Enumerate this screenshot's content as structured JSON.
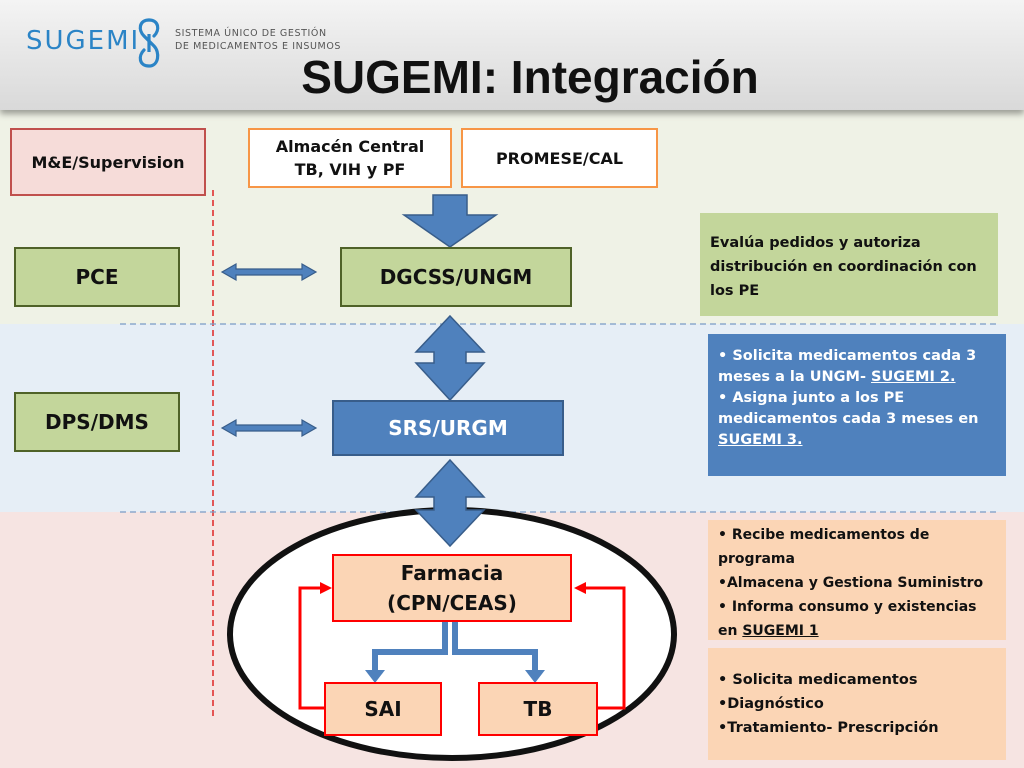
{
  "header": {
    "logo_text": "SUGEMI",
    "logo_sub_line1": "SISTEMA ÚNICO DE GESTIÓN",
    "logo_sub_line2": "DE MEDICAMENTOS E INSUMOS",
    "title": "SUGEMI: Integración"
  },
  "nodes": {
    "me": "M&E/Supervision",
    "almacen_line1": "Almacén Central",
    "almacen_line2": "TB, VIH y PF",
    "promese": "PROMESE/CAL",
    "pce": "PCE",
    "dgcss": "DGCSS/UNGM",
    "dps": "DPS/DMS",
    "srs": "SRS/URGM",
    "farmacia_line1": "Farmacia",
    "farmacia_line2": "(CPN/CEAS)",
    "sai": "SAI",
    "tb": "TB"
  },
  "notes": {
    "green": "Evalúa pedidos y  autoriza distribución en coordinación con los PE",
    "blue_1_text": "• Solicita medicamentos cada 3 meses a la UNGM- ",
    "blue_1_link": "SUGEMI 2.",
    "blue_2_text": "• Asigna junto a los PE medicamentos cada 3 meses  en ",
    "blue_2_link": "SUGEMI 3.",
    "peach1_1": "• Recibe medicamentos de programa",
    "peach1_2": "•Almacena y Gestiona Suministro",
    "peach1_3_text": "• Informa consumo y existencias en ",
    "peach1_3_link": "SUGEMI 1",
    "peach2_1": "• Solicita medicamentos",
    "peach2_2": "•Diagnóstico",
    "peach2_3": "•Tratamiento- Prescripción"
  },
  "colors": {
    "red": "#c0504d",
    "orange": "#f79646",
    "green": "#c3d69b",
    "blue": "#4f81bd",
    "peach": "#fbd5b5"
  }
}
